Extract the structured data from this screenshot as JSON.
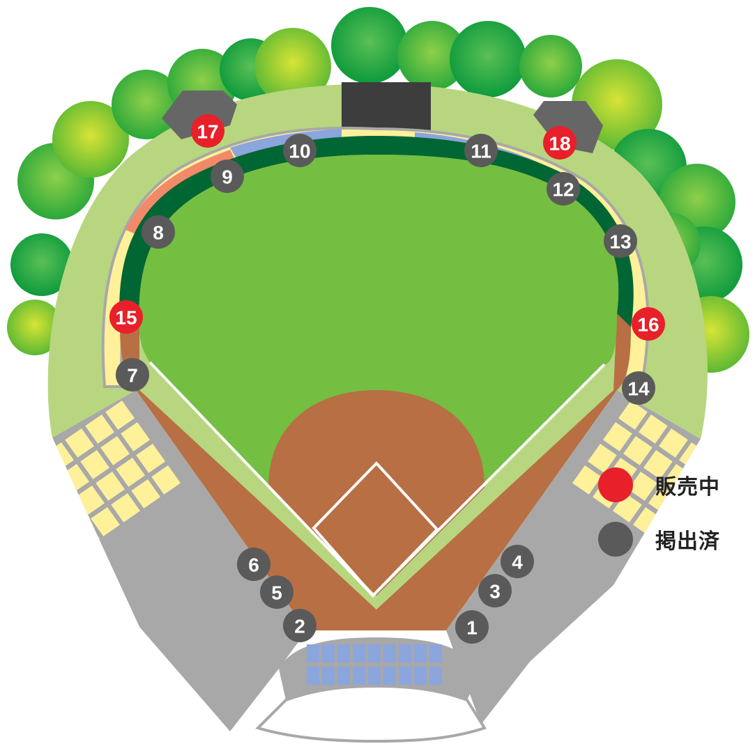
{
  "colors": {
    "on_sale": "#e8202a",
    "posted": "#5a5a5a",
    "field_grass": "#74be42",
    "warning_track": "#006633",
    "dirt": "#b86f43",
    "outer_grass": "#b7d67f",
    "seat_yellow": "#fff09a",
    "seat_orange": "#f28a6a",
    "seat_blue": "#8ba5dd",
    "structure_gray": "#a8a8a8",
    "scoreboard": "#3d3d3d"
  },
  "legend": {
    "on_sale": {
      "label": "販売中",
      "color": "#e8202a"
    },
    "posted": {
      "label": "掲出済",
      "color": "#5a5a5a"
    }
  },
  "spots": [
    {
      "label": "1",
      "status": "posted"
    },
    {
      "label": "2",
      "status": "posted"
    },
    {
      "label": "3",
      "status": "posted"
    },
    {
      "label": "4",
      "status": "posted"
    },
    {
      "label": "5",
      "status": "posted"
    },
    {
      "label": "6",
      "status": "posted"
    },
    {
      "label": "7",
      "status": "posted"
    },
    {
      "label": "8",
      "status": "posted"
    },
    {
      "label": "9",
      "status": "posted"
    },
    {
      "label": "10",
      "status": "posted"
    },
    {
      "label": "11",
      "status": "posted"
    },
    {
      "label": "12",
      "status": "posted"
    },
    {
      "label": "13",
      "status": "posted"
    },
    {
      "label": "14",
      "status": "posted"
    },
    {
      "label": "15",
      "status": "on_sale"
    },
    {
      "label": "16",
      "status": "on_sale"
    },
    {
      "label": "17",
      "status": "on_sale"
    },
    {
      "label": "18",
      "status": "on_sale"
    }
  ]
}
